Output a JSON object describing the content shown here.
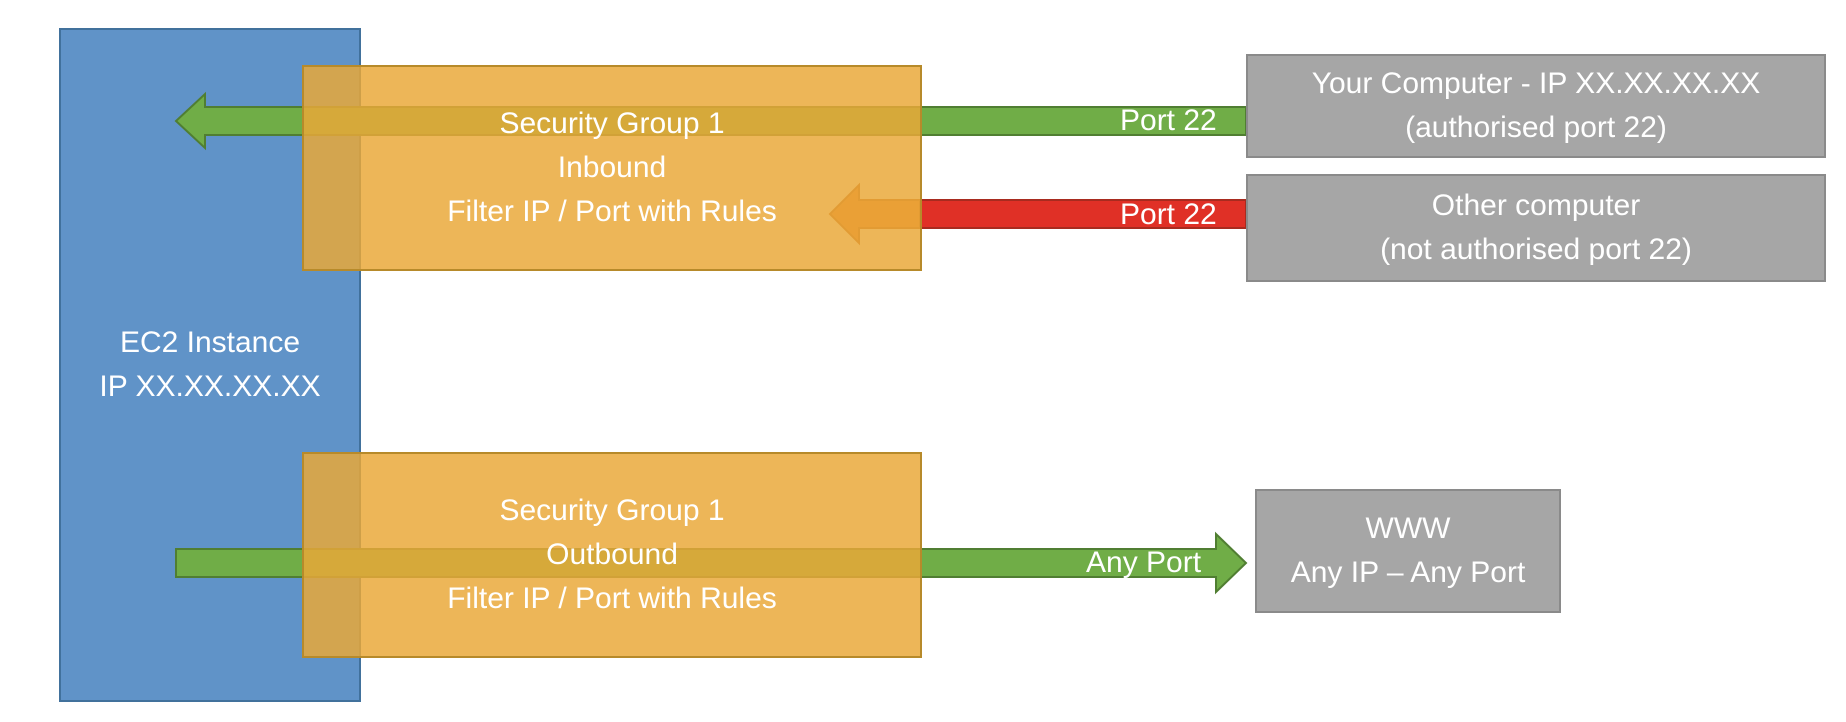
{
  "diagram": {
    "ec2": {
      "line1": "EC2 Instance",
      "line2": "IP XX.XX.XX.XX"
    },
    "inbound_group": {
      "line1": "Security Group 1",
      "line2": "Inbound",
      "line3": "Filter IP / Port with Rules"
    },
    "outbound_group": {
      "line1": "Security Group 1",
      "line2": "Outbound",
      "line3": "Filter IP / Port with Rules"
    },
    "authorised_computer": {
      "line1": "Your Computer - IP XX.XX.XX.XX",
      "line2": "(authorised port 22)",
      "arrow_label": "Port 22"
    },
    "other_computer": {
      "line1": "Other computer",
      "line2": "(not authorised port 22)",
      "arrow_label": "Port 22"
    },
    "www": {
      "line1": "WWW",
      "line2": "Any IP – Any Port",
      "arrow_label": "Any Port"
    }
  },
  "colors": {
    "ec2_fill": "#6093c8",
    "security_group_fill": "#e9a838",
    "external_host_fill": "#a6a6a6",
    "allowed_arrow": "#70ad47",
    "blocked_arrow": "#e03026",
    "blocked_arrow_head": "#e8792f"
  }
}
